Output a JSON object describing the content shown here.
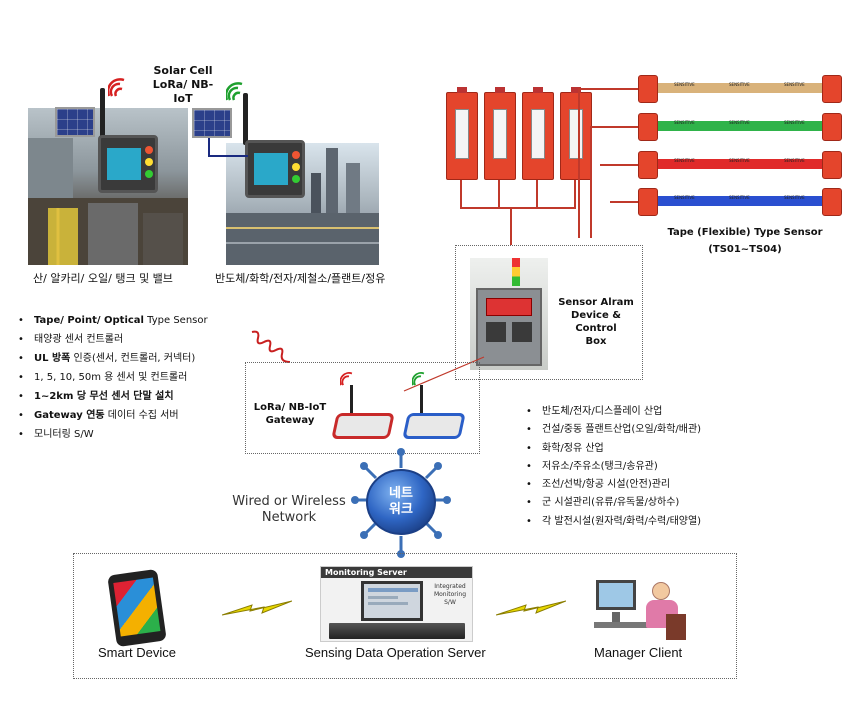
{
  "solar_header": {
    "line1": "Solar Cell",
    "line2": "LoRa/ NB-IoT"
  },
  "site_captions": {
    "left": "산/ 알카리/ 오일/ 탱크 및 밸브",
    "right": "반도체/화학/전자/제철소/플랜트/정유"
  },
  "features": [
    {
      "bold": "Tape/ Point/ Optical",
      "rest": " Type Sensor"
    },
    {
      "bold": "",
      "rest": "태양광 센서 컨트롤러"
    },
    {
      "bold": "UL 방폭",
      "rest": " 인증(센서, 컨트롤러, 커넥터)"
    },
    {
      "bold": "",
      "rest": "1, 5, 10, 50m 용 센서 및 컨트롤러"
    },
    {
      "bold": "1~2km 당 무선 센서 단말 설치",
      "rest": ""
    },
    {
      "bold": "Gateway 연동",
      "rest": " 데이터 수집 서버"
    },
    {
      "bold": "",
      "rest": "모니터링 S/W"
    }
  ],
  "tape_sensor": {
    "line1": "Tape (Flexible) Type Sensor",
    "line2": "(TS01~TS04)",
    "strip_text": "SENSITIVE",
    "colors": [
      "#d9b27a",
      "#2fb34a",
      "#e02a2a",
      "#2a4fd0"
    ]
  },
  "sensor_box": {
    "line1": "Sensor Alram",
    "line2": "Device & Control",
    "line3": "Box"
  },
  "gateway": {
    "line1": "LoRa/ NB-IoT",
    "line2": "Gateway"
  },
  "network": {
    "label_line1": "Wired or Wireless",
    "label_line2": "Network",
    "hub_line1": "네트",
    "hub_line2": "워크"
  },
  "applications": [
    "반도체/전자/디스플레이 산업",
    "건설/중동 플랜트산업(오일/화학/배관)",
    "화학/정유 산업",
    "저유소/주유소(탱크/송유관)",
    "조선/선박/항공 시설(안전)관리",
    "군 시설관리(유류/유독물/상하수)",
    "각 발전시설(원자력/화력/수력/태양열)"
  ],
  "server": {
    "header": "Monitoring Server",
    "screen_text_1": "Integrated",
    "screen_text_2": "Monitoring",
    "screen_text_3": "S/W"
  },
  "bottom": {
    "smart_device": "Smart Device",
    "server_label": "Sensing Data Operation Server",
    "manager": "Manager Client"
  }
}
